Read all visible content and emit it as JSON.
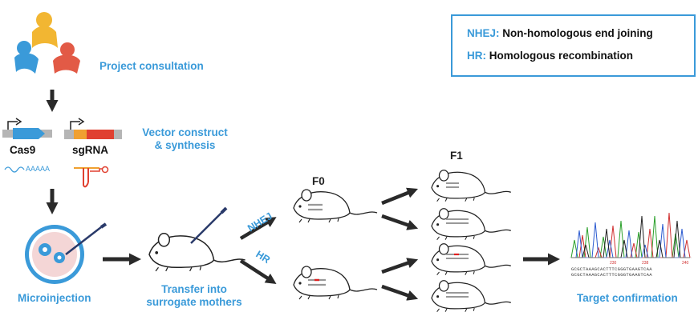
{
  "legend": {
    "items": [
      {
        "abbr": "NHEJ:",
        "definition": "Non-homologous end joining"
      },
      {
        "abbr": "HR:",
        "definition": "Homologous recombination"
      }
    ]
  },
  "steps": {
    "consultation": "Project consultation",
    "vector_line1": "Vector construct",
    "vector_line2": "& synthesis",
    "microinjection": "Microinjection",
    "transfer_line1": "Transfer into",
    "transfer_line2": "surrogate mothers",
    "confirmation": "Target confirmation"
  },
  "constructs": {
    "cas9": "Cas9",
    "sgrna": "sgRNA",
    "polya": "AAAAA"
  },
  "pathways": {
    "nhej": "NHEJ",
    "hr": "HR"
  },
  "generations": {
    "f0": "F0",
    "f1": "F1"
  },
  "chromatogram": {
    "positions": [
      "230",
      "238",
      "240"
    ],
    "sequence_top": "GCGCTAAAGCACTTTCGGGTGAAGTCAA",
    "sequence_bottom": "GCGCTAAAGCACTTTCGGGTGAAGTCAA"
  },
  "colors": {
    "accent": "#3a9ad9",
    "cas9_bar": "#3a9ad9",
    "sgrna_orange": "#f0a030",
    "sgrna_red": "#e04030",
    "edit_mark": "#e02020",
    "arrow": "#2a2a2a"
  }
}
